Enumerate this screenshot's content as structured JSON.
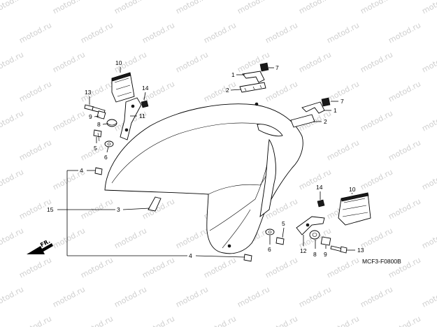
{
  "watermark": "motod.ru",
  "diagram_code": "MCF3-F0800B",
  "front_arrow_label": "FR.",
  "callouts": {
    "c1a": "1",
    "c2a": "2",
    "c7a": "7",
    "c7b": "7",
    "c1b": "1",
    "c2b": "2",
    "c10a": "10",
    "c14a": "14",
    "c13a": "13",
    "c9a": "9",
    "c11": "11",
    "c8a": "8",
    "c5a": "5",
    "c6a": "6",
    "c4a": "4",
    "c15": "15",
    "c3": "3",
    "c4b": "4",
    "c14b": "14",
    "c10b": "10",
    "c5b": "5",
    "c6b": "6",
    "c12": "12",
    "c8b": "8",
    "c9b": "9",
    "c13b": "13"
  }
}
